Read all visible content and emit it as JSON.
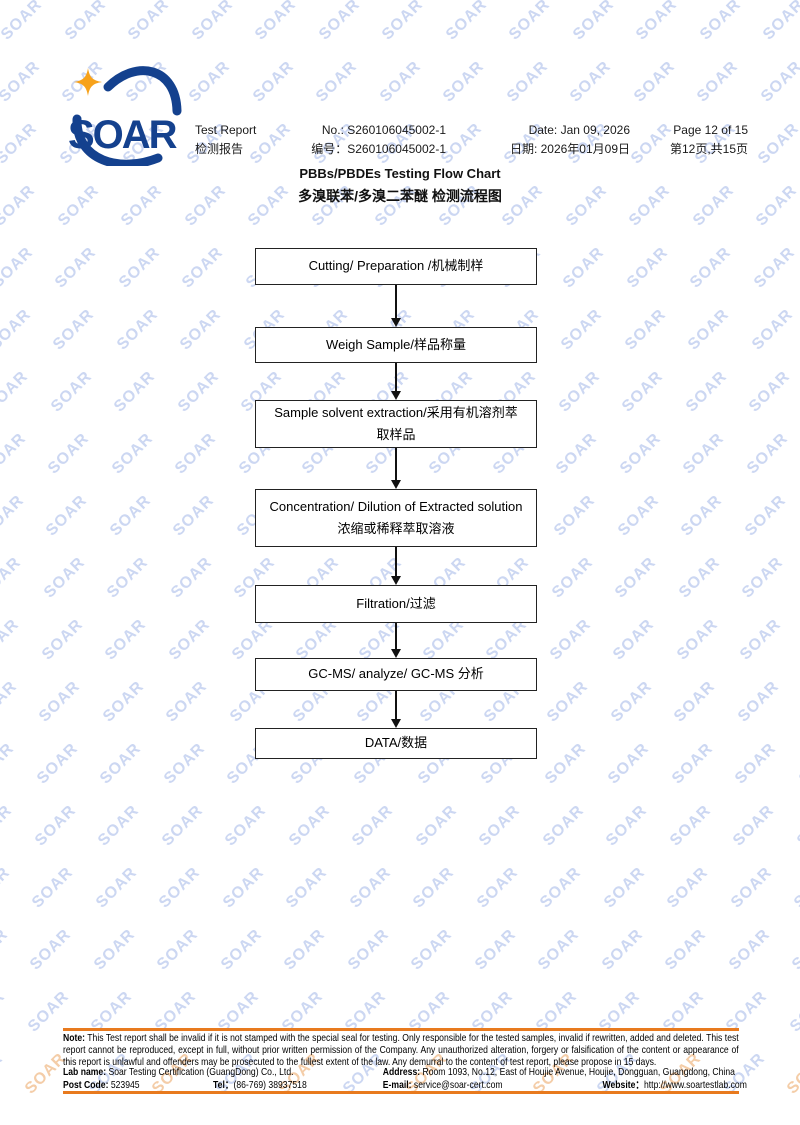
{
  "watermark": {
    "text": "SOAR",
    "color_blue": "#ccd7f2",
    "color_orange": "#f4cda8"
  },
  "logo": {
    "text": "SOAR",
    "blue": "#14418e",
    "star_color": "#f7a21b"
  },
  "header": {
    "report_en": "Test Report",
    "report_zh": "检测报告",
    "no_en": "No.: S260106045002-1",
    "no_zh": "编号：S260106045002-1",
    "date_en": "Date: Jan 09, 2026",
    "date_zh": "日期: 2026年01月09日",
    "page_en": "Page 12 of 15",
    "page_zh": "第12页,共15页"
  },
  "title": {
    "en": "PBBs/PBDEs Testing Flow Chart",
    "zh": "多溴联苯/多溴二苯醚 检测流程图"
  },
  "flowchart": {
    "steps": [
      {
        "lines": [
          "Cutting/ Preparation /机械制样"
        ]
      },
      {
        "lines": [
          "Weigh Sample/样品称量"
        ]
      },
      {
        "lines": [
          "Sample solvent extraction/采用有机溶剂萃",
          "取样品"
        ]
      },
      {
        "lines": [
          "Concentration/ Dilution of Extracted solution",
          "浓缩或稀释萃取溶液"
        ]
      },
      {
        "lines": [
          "Filtration/过滤"
        ]
      },
      {
        "lines": [
          "GC-MS/ analyze/ GC-MS 分析"
        ]
      },
      {
        "lines": [
          "DATA/数据"
        ]
      }
    ]
  },
  "footer": {
    "rule_color": "#e87a1e",
    "note_label": "Note:",
    "note_text": " This Test report shall be invalid if it is not stamped with the special seal for testing. Only responsible for the tested samples, invalid if rewritten, added and deleted. This test report cannot be reproduced, except in full, without prior written permission of the Company.  Any unauthorized alteration, forgery or falsification of the content or appearance of this report is unlawful and offenders may be prosecuted to the fullest extent of the law. Any demurral to the content of test report, please propose in 15 days.",
    "lab_name_label": "Lab name:",
    "lab_name": " Soar Testing Certification (GuangDong) Co., Ltd.",
    "post_code_label": "Post Code:",
    "post_code": " 523945",
    "tel_label": "Tel：",
    "tel": "(86-769) 38937518",
    "address_label": "Address:",
    "address": " Room 1093, No.12, East of Houjie Avenue, Houjie, Dongguan, Guangdong, China",
    "email_label": "E-mail:",
    "email": " service@soar-cert.com",
    "website_label": "Website：",
    "website": "http://www.soartestlab.com"
  }
}
